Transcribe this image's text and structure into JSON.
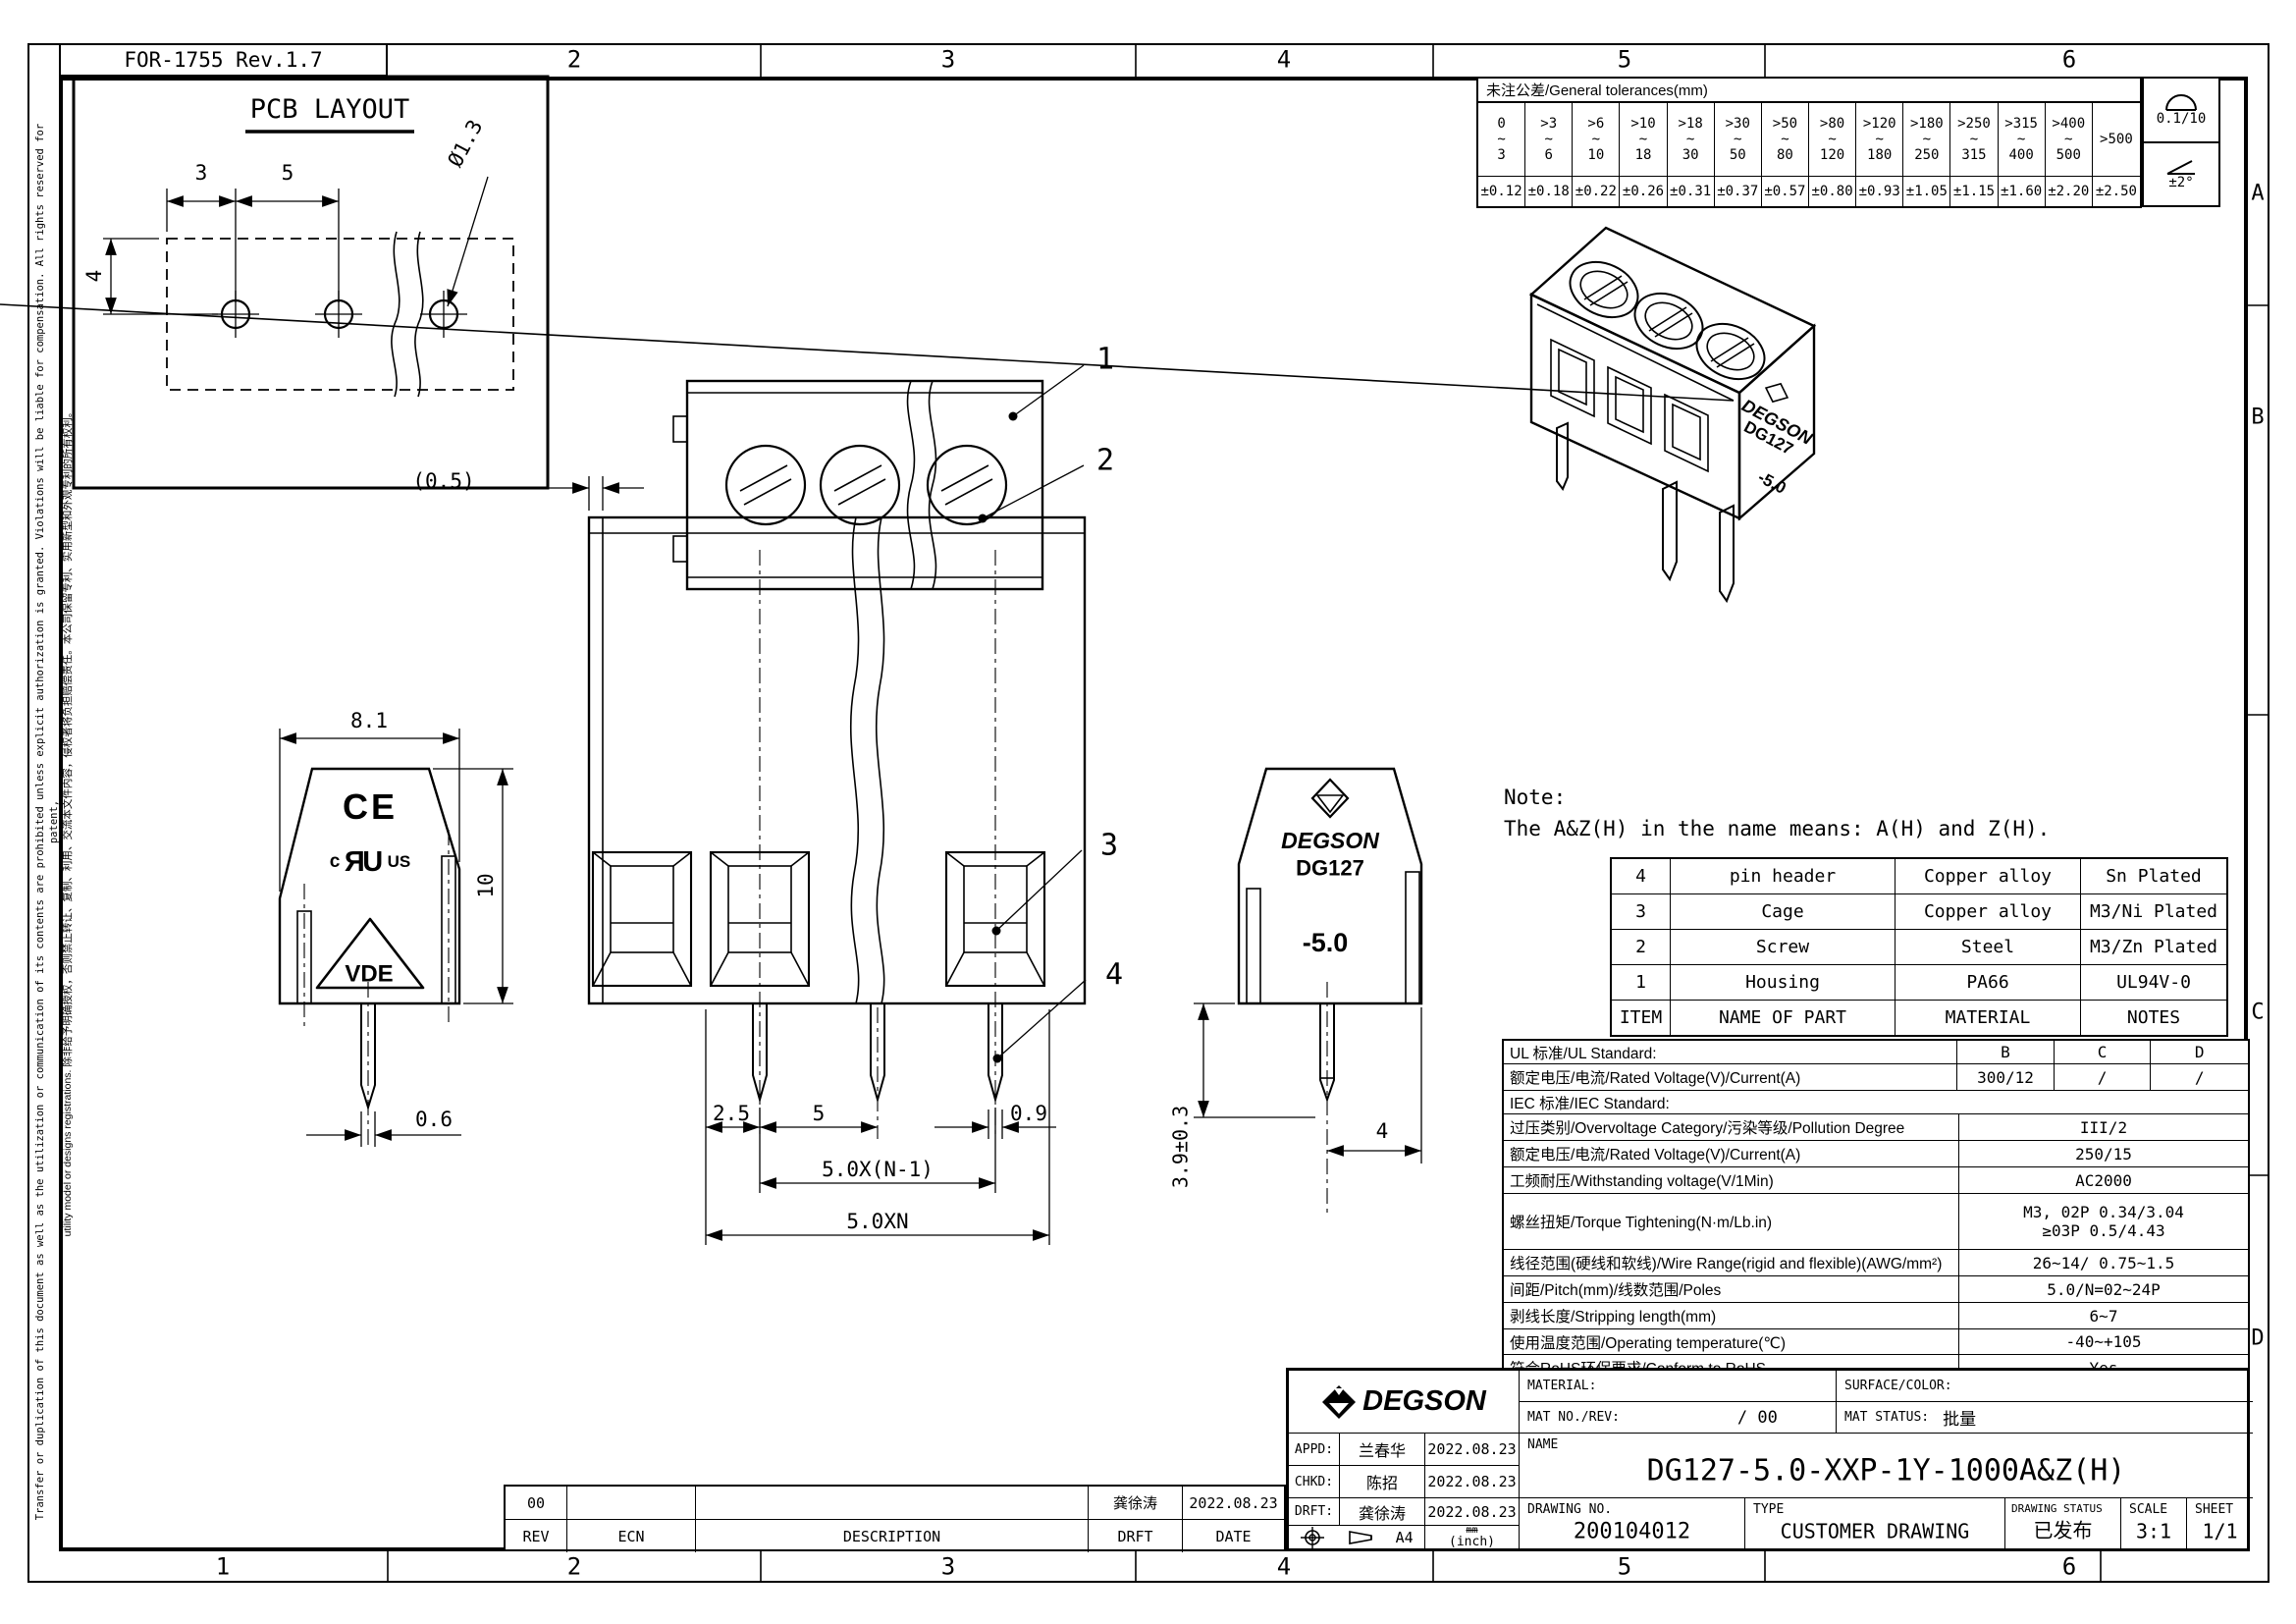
{
  "sheet": {
    "form_no": "FOR-1755 Rev.1.7",
    "zones_top": [
      "2",
      "3",
      "4",
      "5",
      "6"
    ],
    "zones_bottom": [
      "1",
      "2",
      "3",
      "4",
      "5",
      "6"
    ],
    "zones_right": [
      "A",
      "B",
      "C",
      "D"
    ]
  },
  "side_note": {
    "line1": "Transfer or duplication of this document as well as the utilization or communication of its contents are prohibited unless explicit authorization is granted. Violations will be liable for compensation. All rights reserved for patent,",
    "line2": "utility model or designs registrations. 除非给予明确授权，否则禁止转让、复制、利用、交流本文件内容，侵权者将负担赔偿责任。本公司保留专利、实用新型和外观专利的所有权利。"
  },
  "tolerance_table": {
    "title": "未注公差/General tolerances(mm)",
    "ranges": [
      "0\n~\n3",
      ">3\n~\n6",
      ">6\n~\n10",
      ">10\n~\n18",
      ">18\n~\n30",
      ">30\n~\n50",
      ">50\n~\n80",
      ">80\n~\n120",
      ">120\n~\n180",
      ">180\n~\n250",
      ">250\n~\n315",
      ">315\n~\n400",
      ">400\n~\n500",
      ">500"
    ],
    "values": [
      "±0.12",
      "±0.18",
      "±0.22",
      "±0.26",
      "±0.31",
      "±0.37",
      "±0.57",
      "±0.80",
      "±0.93",
      "±1.05",
      "±1.15",
      "±1.60",
      "±2.20",
      "±2.50"
    ],
    "flatness": "0.1/10",
    "angle": "±2°"
  },
  "pcb": {
    "title": "PCB LAYOUT",
    "dim_a": "3",
    "dim_b": "5",
    "dim_c": "4",
    "hole": "Ø1.3"
  },
  "top_view": {
    "callout_1": "1",
    "callout_2": "2"
  },
  "side_view": {
    "dim_w": "8.1",
    "dim_h": "10",
    "dim_pin": "0.6",
    "ce": "CE",
    "ul_c": "c",
    "ul_r": "R",
    "ul_u": "U",
    "ul_us": "US",
    "vde": "VDE"
  },
  "front_view": {
    "dim_lip": "(0.5)",
    "dim_edge": "2.5",
    "dim_pitch": "5",
    "dim_pin": "0.9",
    "dim_span": "5.0X(N-1)",
    "dim_total": "5.0XN",
    "callout_3": "3",
    "callout_4": "4"
  },
  "marked_view": {
    "brand": "DEGSON",
    "model": "DG127",
    "pitch": "-5.0",
    "dim_len": "3.9±0.3",
    "dim_4": "4"
  },
  "iso_view": {
    "brand": "DEGSON",
    "model": "DG127",
    "pitch": "-5.0"
  },
  "note": {
    "title": "Note:",
    "body": "The A&Z(H) in the name means: A(H) and Z(H)."
  },
  "parts_table": {
    "headers": [
      "ITEM",
      "NAME OF PART",
      "MATERIAL",
      "NOTES"
    ],
    "rows": [
      [
        "4",
        "pin header",
        "Copper alloy",
        "Sn Plated"
      ],
      [
        "3",
        "Cage",
        "Copper alloy",
        "M3/Ni Plated"
      ],
      [
        "2",
        "Screw",
        "Steel",
        "M3/Zn Plated"
      ],
      [
        "1",
        "Housing",
        "PA66",
        "UL94V-0"
      ]
    ]
  },
  "spec_table": {
    "ul_header": "UL 标准/UL Standard:",
    "ul_cols": [
      "B",
      "C",
      "D"
    ],
    "ul_rated_label": "额定电压/电流/Rated Voltage(V)/Current(A)",
    "ul_rated": [
      "300/12",
      "/",
      "/"
    ],
    "iec_header": "IEC 标准/IEC Standard:",
    "rows": [
      {
        "label": "过压类别/Overvoltage Category/污染等级/Pollution Degree",
        "value": "III/2"
      },
      {
        "label": "额定电压/电流/Rated Voltage(V)/Current(A)",
        "value": "250/15"
      },
      {
        "label": "工频耐压/Withstanding voltage(V/1Min)",
        "value": "AC2000"
      },
      {
        "label": "螺丝扭矩/Torque Tightening(N·m/Lb.in)",
        "value": "M3, 02P 0.34/3.04",
        "value2": "≥03P 0.5/4.43"
      },
      {
        "label": "线径范围(硬线和软线)/Wire Range(rigid and flexible)(AWG/mm²)",
        "value": "26~14/ 0.75~1.5"
      },
      {
        "label": "间距/Pitch(mm)/线数范围/Poles",
        "value": "5.0/N=02~24P"
      },
      {
        "label": "剥线长度/Stripping length(mm)",
        "value": "6~7"
      },
      {
        "label": "使用温度范围/Operating temperature(℃)",
        "value": "-40~+105"
      },
      {
        "label": "符合RoHS环保要求/Conform to RoHS",
        "value": "Yes"
      }
    ]
  },
  "title_block": {
    "brand": "DEGSON",
    "material_label": "MATERIAL:",
    "surface_label": "SURFACE/COLOR:",
    "matno_label": "MAT NO./REV:",
    "matno_value": "/ 00",
    "matstatus_label": "MAT STATUS:",
    "matstatus_value": "批量",
    "appd_label": "APPD:",
    "appd_name": "兰春华",
    "appd_date": "2022.08.23",
    "chkd_label": "CHKD:",
    "chkd_name": "陈招",
    "chkd_date": "2022.08.23",
    "drft_label": "DRFT:",
    "drft_name": "龚徐涛",
    "drft_date": "2022.08.23",
    "paper": "A4",
    "units": "mm",
    "units2": "(inch)",
    "name_label": "NAME",
    "name_value": "DG127-5.0-XXP-1Y-1000A&Z(H)",
    "drawing_no_label": "DRAWING NO.",
    "drawing_no": "200104012",
    "type_label": "TYPE",
    "type_value": "CUSTOMER DRAWING",
    "status_label": "DRAWING STATUS",
    "status_value": "已发布",
    "scale_label": "SCALE",
    "scale_value": "3:1",
    "sheet_label": "SHEET",
    "sheet_value": "1/1"
  },
  "revision_table": {
    "headers": [
      "REV",
      "ECN",
      "DESCRIPTION",
      "DRFT",
      "DATE"
    ],
    "rev": "00",
    "ecn": "",
    "desc": "",
    "drft": "龚徐涛",
    "date": "2022.08.23"
  }
}
